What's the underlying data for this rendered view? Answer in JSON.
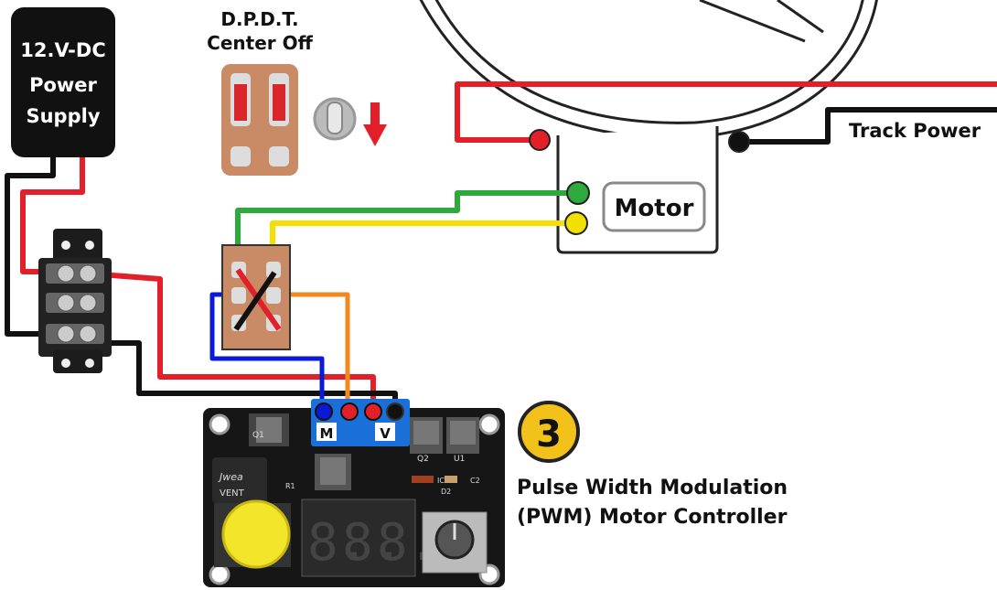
{
  "power_supply": {
    "line1": "12.V-DC",
    "line2": "Power",
    "line3": "Supply"
  },
  "switch_title": {
    "line1": "D.P.D.T.",
    "line2": "Center Off"
  },
  "track_power": "Track Power",
  "motor_label": "Motor",
  "step_number": "3",
  "controller_title": {
    "line1": "Pulse Width Modulation",
    "line2": "(PWM) Motor Controller"
  },
  "terminal_labels": {
    "m": "M",
    "v": "V"
  },
  "pcb_text": {
    "brand": "Jwea",
    "vent": "VENT",
    "q1": "Q1",
    "q2": "Q2",
    "u1": "U1",
    "c2": "C2",
    "d2": "D2",
    "r1": "R1",
    "ic": "IC"
  },
  "display_digits": [
    "8.",
    "8.",
    "8."
  ],
  "colors": {
    "red_wire": "#e3202a",
    "black_wire": "#111111",
    "green_wire": "#2eaa3c",
    "yellow_wire": "#f2e000",
    "blue_wire": "#0a18d8",
    "orange_wire": "#f08a1e",
    "badge_fill": "#f2c21a",
    "board": "#161616",
    "terminal_blue": "#1a6fd8",
    "copper_switch": "#c98b66",
    "led_red": "#d8262a"
  }
}
